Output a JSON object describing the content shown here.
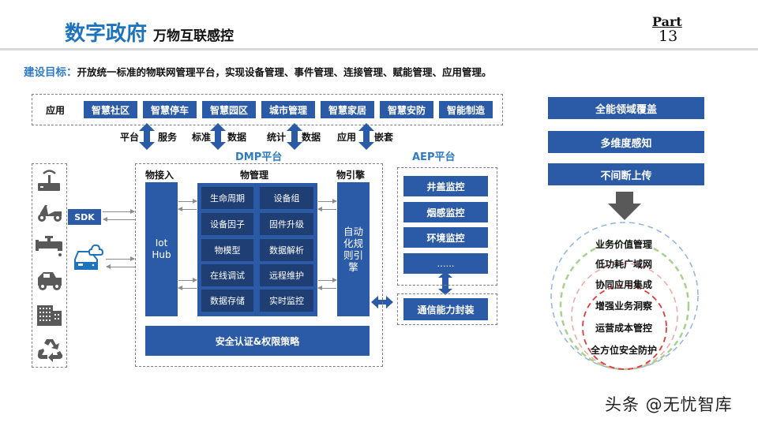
{
  "header": {
    "title_highlight": "数字政府",
    "title_rest": "万物互联感控",
    "part_label": "Part",
    "part_number": "13"
  },
  "goal": {
    "label": "建设目标：",
    "text": "开放统一标准的物联网管理平台，实现设备管理、事件管理、连接管理、赋能管理、应用管理。"
  },
  "applications": {
    "label": "应用",
    "items": [
      "智慧社区",
      "智慧停车",
      "智慧园区",
      "城市管理",
      "智慧家居",
      "智慧安防",
      "智能制造"
    ]
  },
  "connectors": [
    {
      "left": "平台",
      "right": "服务"
    },
    {
      "left": "标准",
      "right": "数据"
    },
    {
      "left": "统计",
      "right": "数据"
    },
    {
      "left": "应用",
      "right": "嵌套"
    }
  ],
  "devices": {
    "icons": [
      "router-icon",
      "scooter-icon",
      "faucet-icon",
      "car-icon",
      "building-icon",
      "recycle-icon"
    ],
    "sdk_label": "SDK",
    "gateway_icon": "cloud-gateway-icon"
  },
  "dmp": {
    "title": "DMP平台",
    "access": {
      "title": "物接入",
      "hub_label_1": "Iot",
      "hub_label_2": "Hub"
    },
    "management": {
      "title": "物管理",
      "cells": [
        [
          "生命周期",
          "设备组"
        ],
        [
          "设备因子",
          "固件升级"
        ],
        [
          "物模型",
          "数据解析"
        ],
        [
          "在线调试",
          "远程维护"
        ],
        [
          "数据存储",
          "实时监控"
        ]
      ]
    },
    "engine": {
      "title": "物引擎",
      "label_lines": [
        "自动",
        "化规",
        "则引",
        "擎"
      ]
    },
    "security_label": "安全认证&权限策略"
  },
  "aep": {
    "title": "AEP平台",
    "items": [
      "井盖监控",
      "烟感监控",
      "环境监控",
      "……"
    ],
    "comm_label": "通信能力封装"
  },
  "features": {
    "boxes": [
      "全能领域覆盖",
      "多维度感知",
      "不间断上传"
    ],
    "rings": [
      "业务价值管理",
      "低功耗广域网",
      "协同应用集成",
      "增强业务洞察",
      "运营成本管控",
      "全方位安全防护"
    ],
    "ring_colors": [
      "#8fb4e3",
      "#a9d18e",
      "#f4a6a0",
      "#e03b3b"
    ]
  },
  "colors": {
    "primary_blue": "#2b5aa6",
    "dark_cell": "#1f3e73",
    "title_blue": "#1e73be",
    "arrow_grey": "#595959"
  },
  "watermark": "头条 @无忧智库"
}
